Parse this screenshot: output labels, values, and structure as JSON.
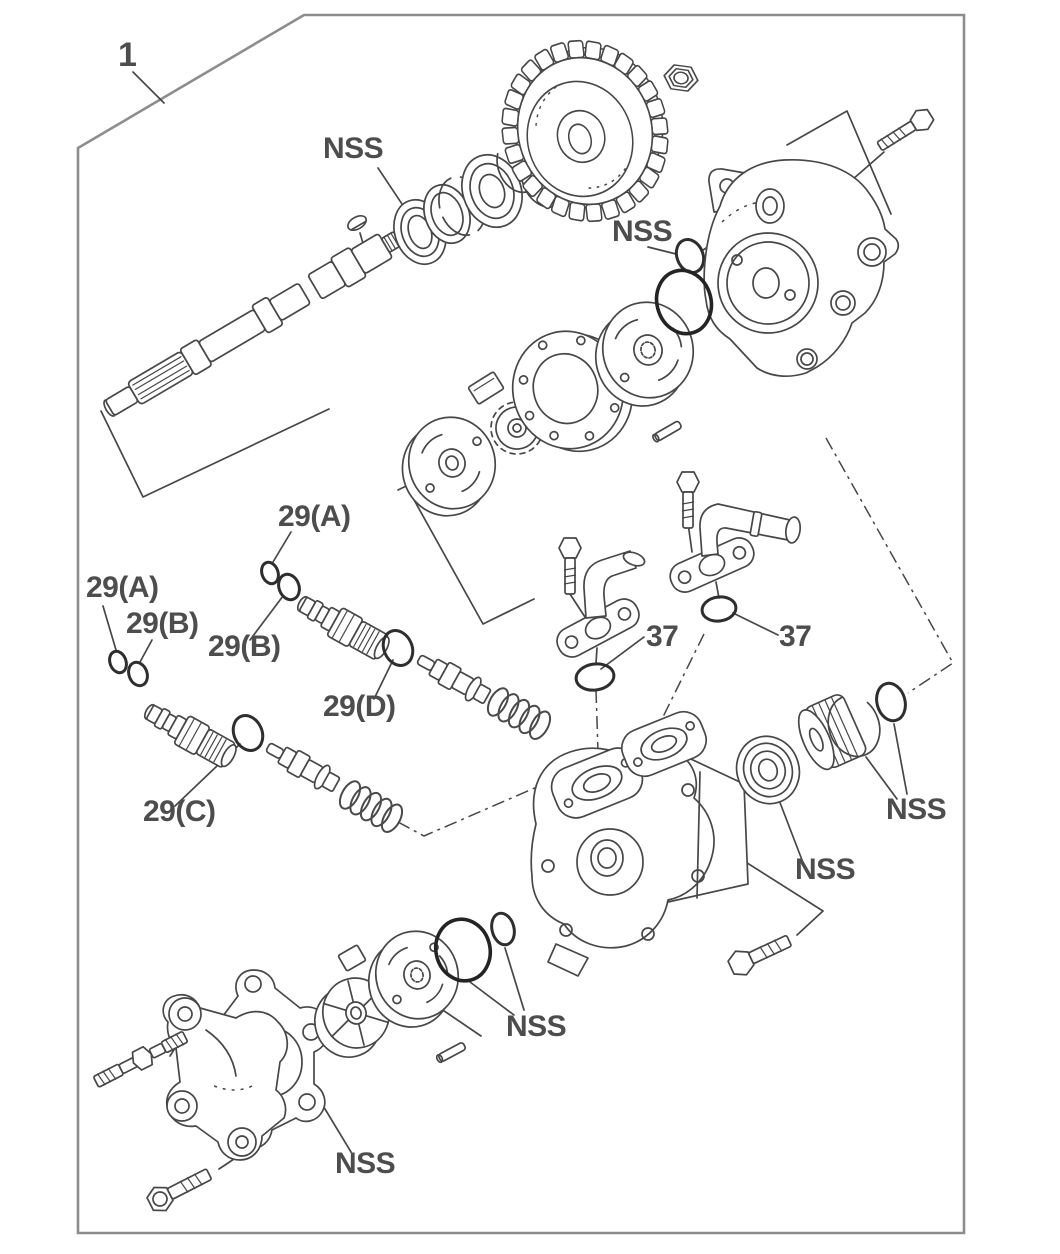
{
  "figure": {
    "type": "exploded-parts-diagram",
    "background_color": "#ffffff",
    "line_color": "#474747",
    "frame_color": "#8d8d8d",
    "label_color": "#4d4d4d"
  },
  "callouts": {
    "figure_ref": "1",
    "nss_front_seal": "NSS",
    "nss_gear_oring": "NSS",
    "r29a_top": "29(A)",
    "r29a_left": "29(A)",
    "r29b_left": "29(B)",
    "r29b_mid": "29(B)",
    "r29d": "29(D)",
    "r29c": "29(C)",
    "n37_left": "37",
    "n37_right": "37",
    "nss_piston_rings": "NSS",
    "nss_bearing": "NSS",
    "nss_governor_orings": "NSS",
    "nss_cover_gasket": "NSS"
  }
}
